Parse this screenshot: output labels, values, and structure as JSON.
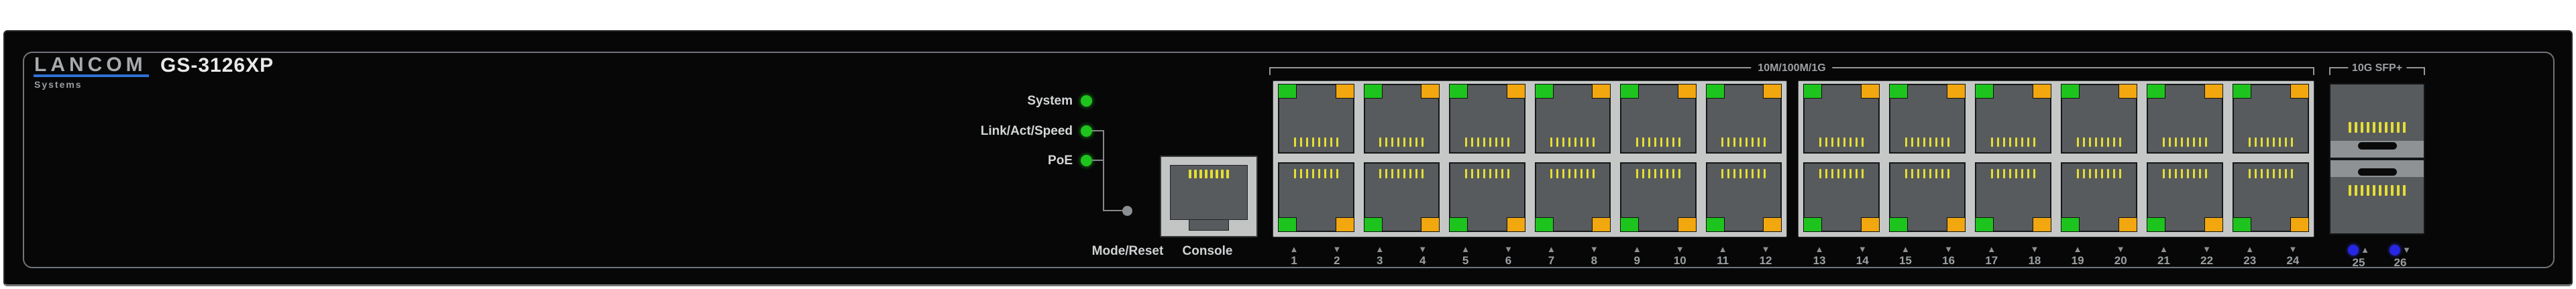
{
  "brand": {
    "name": "LANCOM",
    "sub": "Systems",
    "model": "GS-3126XP"
  },
  "status_leds": {
    "items": [
      {
        "label": "System",
        "state": "on"
      },
      {
        "label": "Link/Act/Speed",
        "state": "on"
      },
      {
        "label": "PoE",
        "state": "on"
      }
    ]
  },
  "controls": {
    "mode_reset": "Mode/Reset",
    "console": "Console"
  },
  "copper": {
    "label": "10M/100M/1G",
    "groups": [
      {
        "ports": [
          {
            "num": "1",
            "dir": "up"
          },
          {
            "num": "2",
            "dir": "down"
          },
          {
            "num": "3",
            "dir": "up"
          },
          {
            "num": "4",
            "dir": "down"
          },
          {
            "num": "5",
            "dir": "up"
          },
          {
            "num": "6",
            "dir": "down"
          },
          {
            "num": "7",
            "dir": "up"
          },
          {
            "num": "8",
            "dir": "down"
          },
          {
            "num": "9",
            "dir": "up"
          },
          {
            "num": "10",
            "dir": "down"
          },
          {
            "num": "11",
            "dir": "up"
          },
          {
            "num": "12",
            "dir": "down"
          }
        ]
      },
      {
        "ports": [
          {
            "num": "13",
            "dir": "up"
          },
          {
            "num": "14",
            "dir": "down"
          },
          {
            "num": "15",
            "dir": "up"
          },
          {
            "num": "16",
            "dir": "down"
          },
          {
            "num": "17",
            "dir": "up"
          },
          {
            "num": "18",
            "dir": "down"
          },
          {
            "num": "19",
            "dir": "up"
          },
          {
            "num": "20",
            "dir": "down"
          },
          {
            "num": "21",
            "dir": "up"
          },
          {
            "num": "22",
            "dir": "down"
          },
          {
            "num": "23",
            "dir": "up"
          },
          {
            "num": "24",
            "dir": "down"
          }
        ]
      }
    ]
  },
  "sfp": {
    "label": "10G SFP+",
    "ports": [
      {
        "num": "25",
        "dir": "up"
      },
      {
        "num": "26",
        "dir": "down"
      }
    ]
  },
  "icons": {
    "triangle_up": "▲",
    "triangle_down": "▼"
  },
  "colors": {
    "led_green": "#1ec41e",
    "led_amber": "#f2a70f",
    "led_blue": "#2626e4",
    "pin_yellow": "#e4de34",
    "accent_blue": "#2e71d3"
  }
}
